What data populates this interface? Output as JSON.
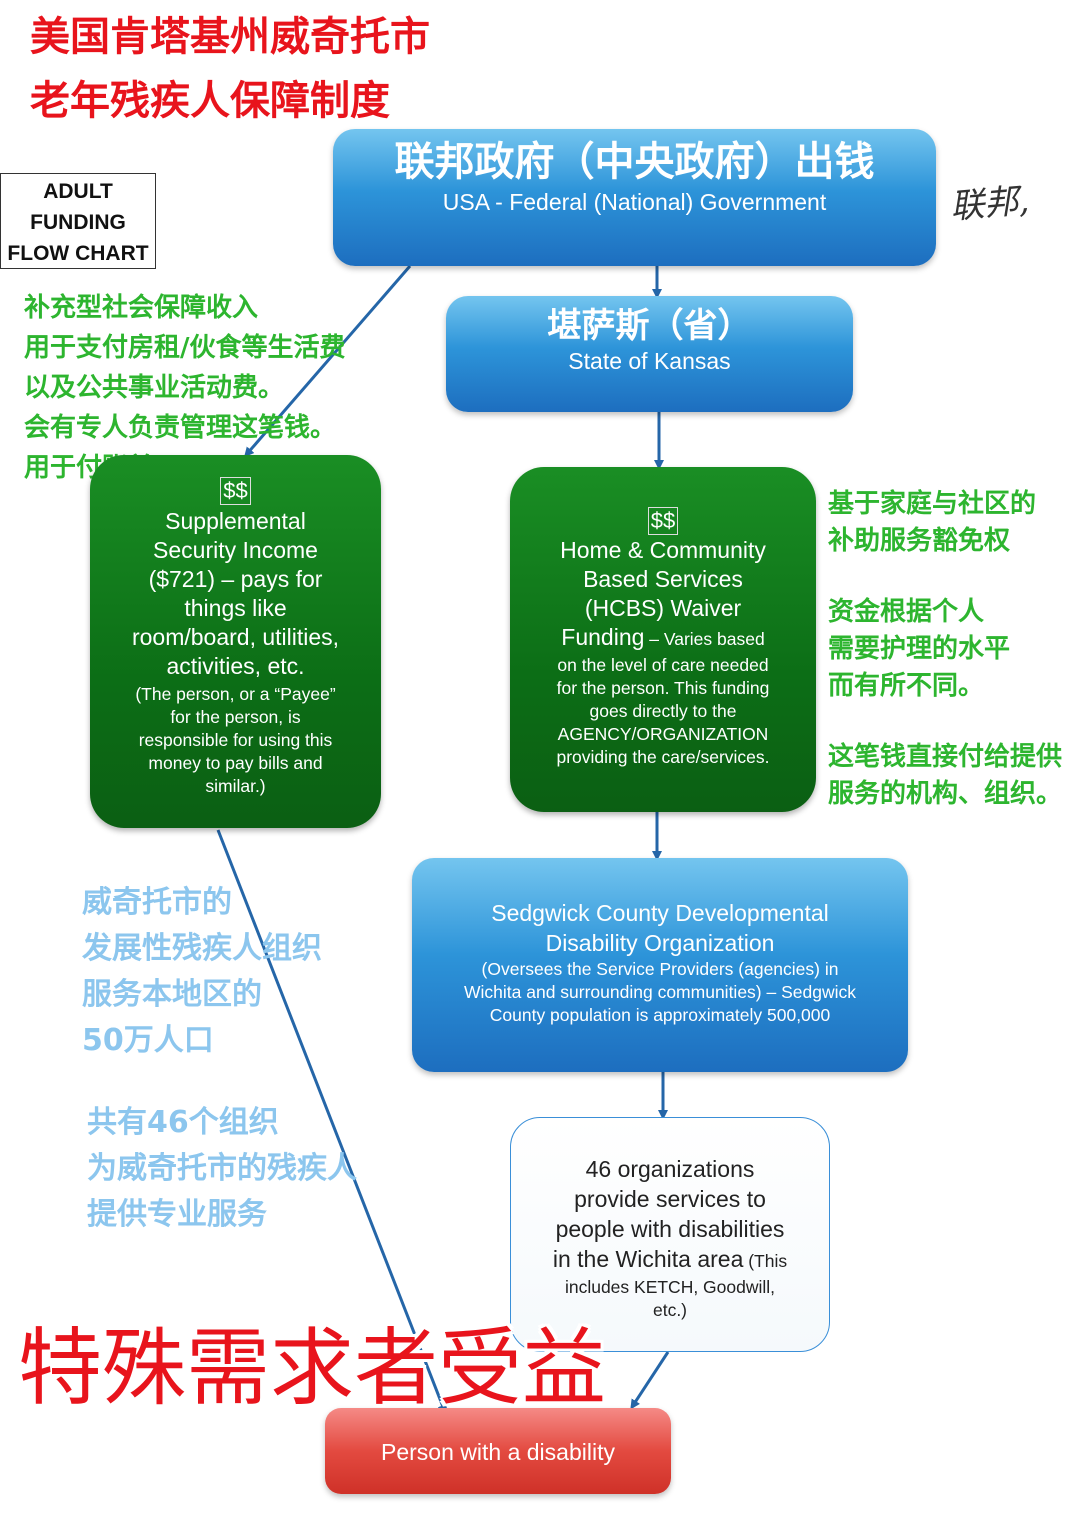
{
  "title_cn": {
    "line1": "美国肯塔基州威奇托市",
    "line2": "老年残疾人保障制度"
  },
  "flowchart_label": {
    "line1": "ADULT",
    "line2": "FUNDING",
    "line3": "FLOW CHART"
  },
  "handwriting": "联邦,",
  "federal": {
    "cn": "联邦政府（中央政府）出钱",
    "en": "USA - Federal (National) Government"
  },
  "state": {
    "cn": "堪萨斯（省）",
    "en": "State of Kansas"
  },
  "ssi_note_cn": [
    "补充型社会保障收入",
    "用于支付房租/伙食等生活费",
    "以及公共事业活动费。",
    "会有专人负责管理这笔钱。",
    "用于付账单"
  ],
  "ssi": {
    "dollars": "$$",
    "lines": [
      "Supplemental",
      "Security Income",
      "($721) – pays for",
      "things like",
      "room/board, utilities,",
      "activities, etc."
    ],
    "small_lines": [
      "(The person, or a “Payee”",
      "for the person, is",
      "responsible for using this",
      "money to pay bills and",
      "similar.)"
    ]
  },
  "hcbs": {
    "dollars": "$$",
    "lines": [
      "Home & Community",
      "Based Services",
      "(HCBS) Waiver"
    ],
    "funding_word": "Funding",
    "funding_rest": " – Varies based",
    "small_lines": [
      "on the level of care needed",
      "for the person. This funding",
      "goes directly to the",
      "AGENCY/ORGANIZATION",
      "providing the care/services."
    ]
  },
  "hcbs_note_cn": {
    "group1": [
      "基于家庭与社区的",
      "补助服务豁免权"
    ],
    "group2": [
      "资金根据个人",
      "需要护理的水平",
      "而有所不同。"
    ],
    "group3": [
      "这笔钱直接付给提供",
      "服务的机构、组织。"
    ]
  },
  "sedgwick": {
    "lines": [
      "Sedgwick County Developmental",
      "Disability Organization"
    ],
    "small_lines": [
      "(Oversees the Service Providers (agencies) in",
      "Wichita and surrounding communities) – Sedgwick",
      "County population is approximately 500,000"
    ]
  },
  "sedgwick_note_cn": [
    "威奇托市的",
    "发展性残疾人组织",
    "服务本地区的",
    "50万人口"
  ],
  "orgs_note_cn": [
    "共有46个组织",
    "为威奇托市的残疾人",
    "提供专业服务"
  ],
  "orgs": {
    "lines": [
      "46 organizations",
      "provide services to",
      "people with disabilities"
    ],
    "line4_main": "in the Wichita area",
    "line4_small": " (This",
    "small_lines": [
      "includes KETCH, Goodwill,",
      "etc.)"
    ]
  },
  "beneficiary_cn": "特殊需求者受益",
  "person": {
    "label": "Person with a disability"
  },
  "colors": {
    "red": "#e8141c",
    "green": "#2db52f",
    "light_blue": "#8cc6ee",
    "box_blue": "#2d94d9",
    "box_green": "#0c6e16",
    "box_red": "#e34a40"
  }
}
